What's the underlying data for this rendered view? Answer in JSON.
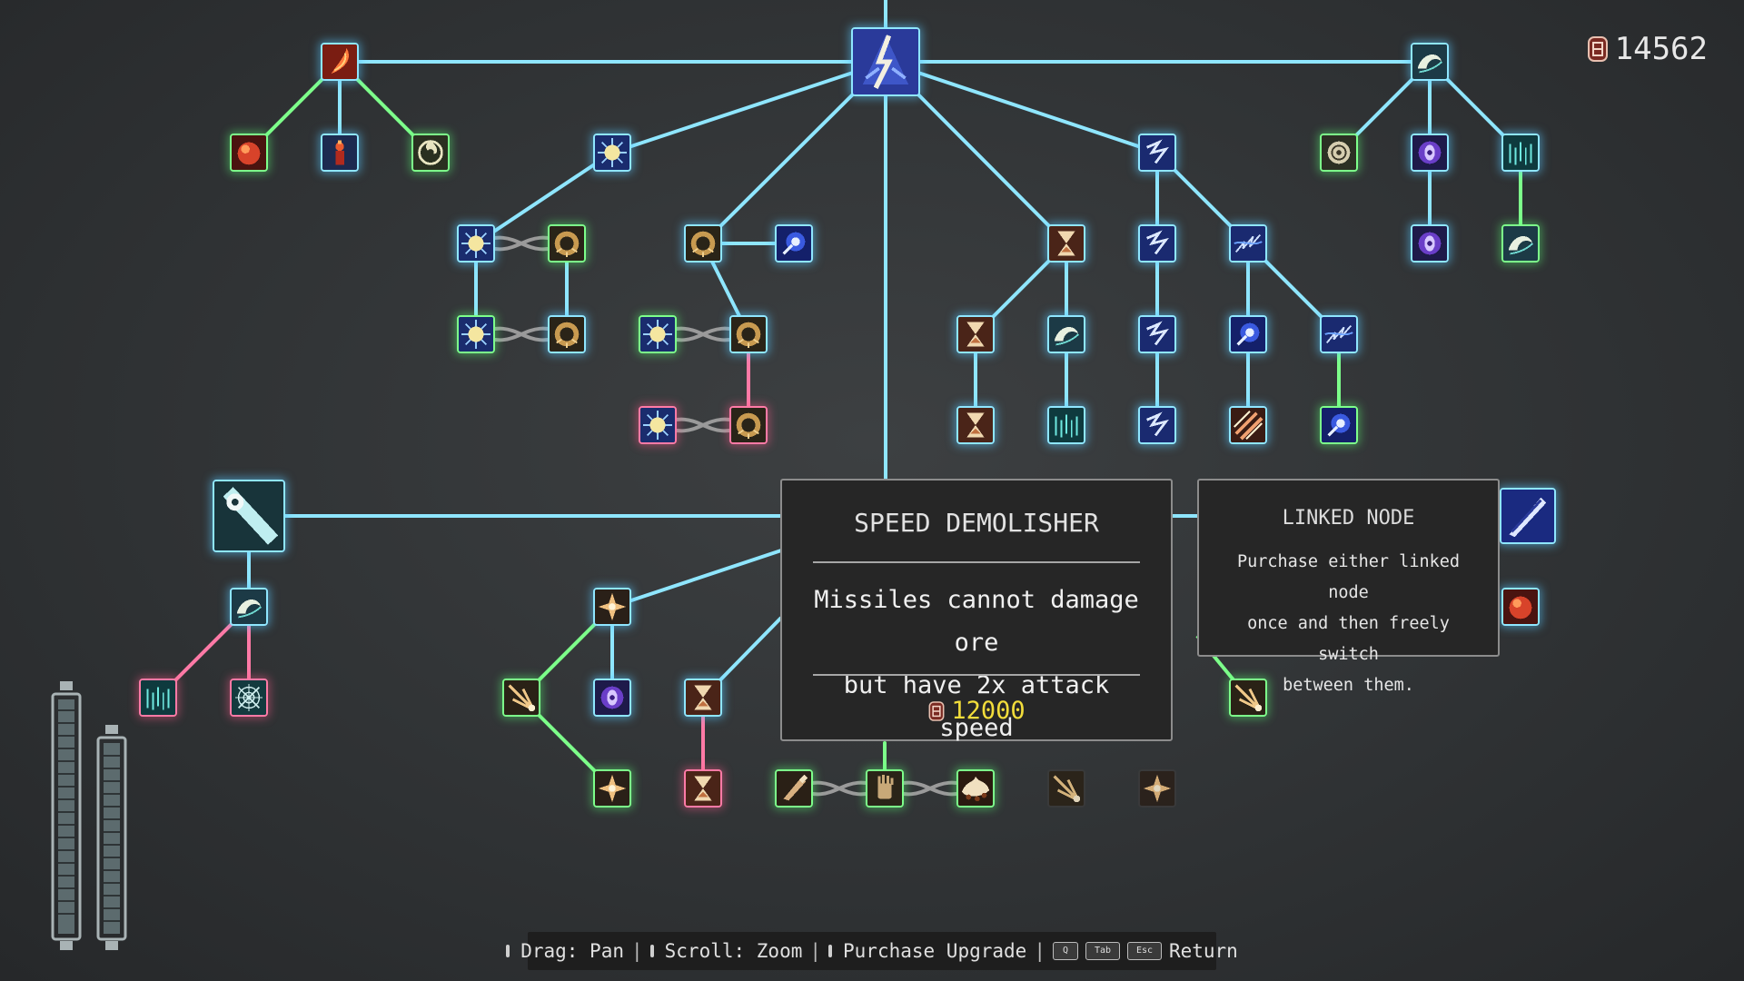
{
  "currency": {
    "value": "14562",
    "icon": "gem-currency-icon",
    "color": "#e8e8e8"
  },
  "tooltip": {
    "title": "SPEED DEMOLISHER",
    "description_line1": "Missiles cannot damage ore",
    "description_line2": "but have 2x attack speed",
    "cost": "12000",
    "cost_color": "#f2dd3b"
  },
  "linked_node": {
    "title": "LINKED NODE",
    "line1": "Purchase either linked node",
    "line2": "once and then freely switch",
    "line3": "between them."
  },
  "controls": {
    "drag_label": "Drag: Pan",
    "scroll_label": "Scroll: Zoom",
    "purchase_label": "Purchase Upgrade",
    "key_q": "Q",
    "key_tab": "Tab",
    "key_esc": "Esc",
    "return_label": "Return",
    "separator": "|"
  },
  "colors": {
    "link_blue": "#8fe6ff",
    "link_green": "#7dff8a",
    "link_red": "#ff7aa6",
    "link_gray": "#9a9a9a"
  },
  "nodes": [
    {
      "id": "root",
      "icon": "lightning-sword-icon",
      "state": "blue"
    },
    {
      "id": "fire-hub",
      "icon": "fire-slash-icon",
      "state": "blue"
    },
    {
      "id": "fire-orb",
      "icon": "fire-orb-icon",
      "state": "green"
    },
    {
      "id": "flame-figure",
      "icon": "flame-figure-icon",
      "state": "blue"
    },
    {
      "id": "spiral",
      "icon": "spiral-vortex-icon",
      "state": "green"
    },
    {
      "id": "wave-hub",
      "icon": "wave-icon",
      "state": "blue"
    },
    {
      "id": "shell",
      "icon": "shell-spiral-icon",
      "state": "green"
    },
    {
      "id": "purple-eye-1",
      "icon": "purple-eye-icon",
      "state": "blue"
    },
    {
      "id": "rain-1",
      "icon": "rain-icon",
      "state": "blue"
    },
    {
      "id": "purple-eye-2",
      "icon": "purple-eye-icon",
      "state": "blue"
    },
    {
      "id": "wave-2",
      "icon": "wave-icon",
      "state": "green"
    },
    {
      "id": "sun-hub",
      "icon": "sun-burst-icon",
      "state": "blue"
    },
    {
      "id": "sun-a",
      "icon": "sun-burst-icon",
      "state": "blue"
    },
    {
      "id": "claw-a",
      "icon": "claw-ring-icon",
      "state": "green"
    },
    {
      "id": "sun-b",
      "icon": "sun-burst-icon",
      "state": "green"
    },
    {
      "id": "claw-b",
      "icon": "claw-ring-icon",
      "state": "blue"
    },
    {
      "id": "claw-hub",
      "icon": "claw-ring-icon",
      "state": "blue"
    },
    {
      "id": "blue-orb-1",
      "icon": "blue-orb-icon",
      "state": "blue"
    },
    {
      "id": "sun-c",
      "icon": "sun-burst-icon",
      "state": "green"
    },
    {
      "id": "claw-c",
      "icon": "claw-ring-icon",
      "state": "blue"
    },
    {
      "id": "sun-d",
      "icon": "sun-burst-icon",
      "state": "red"
    },
    {
      "id": "claw-d",
      "icon": "claw-ring-icon",
      "state": "red"
    },
    {
      "id": "hourglass-hub",
      "icon": "hourglass-icon",
      "state": "blue"
    },
    {
      "id": "hourglass-2",
      "icon": "hourglass-icon",
      "state": "blue"
    },
    {
      "id": "wave-3",
      "icon": "wave-icon",
      "state": "blue"
    },
    {
      "id": "hourglass-3",
      "icon": "hourglass-icon",
      "state": "blue"
    },
    {
      "id": "rain-2",
      "icon": "rain-icon",
      "state": "blue"
    },
    {
      "id": "lightning-hub",
      "icon": "lightning-icon",
      "state": "blue"
    },
    {
      "id": "lightning-2",
      "icon": "lightning-icon",
      "state": "blue"
    },
    {
      "id": "lightning-3",
      "icon": "lightning-icon",
      "state": "blue"
    },
    {
      "id": "lightning-4",
      "icon": "lightning-icon",
      "state": "blue"
    },
    {
      "id": "storm-1",
      "icon": "storm-icon",
      "state": "blue"
    },
    {
      "id": "blue-orb-2",
      "icon": "blue-orb-icon",
      "state": "blue"
    },
    {
      "id": "storm-2",
      "icon": "storm-icon",
      "state": "blue"
    },
    {
      "id": "fire-stripes",
      "icon": "fire-stripes-icon",
      "state": "blue"
    },
    {
      "id": "blue-orb-3",
      "icon": "blue-orb-icon",
      "state": "green"
    },
    {
      "id": "drill-hub",
      "icon": "drill-icon",
      "state": "blue"
    },
    {
      "id": "wave-4",
      "icon": "wave-icon",
      "state": "blue"
    },
    {
      "id": "rain-3",
      "icon": "rain-icon",
      "state": "red"
    },
    {
      "id": "web",
      "icon": "web-icon",
      "state": "red"
    },
    {
      "id": "blade",
      "icon": "blade-icon",
      "state": "blue"
    },
    {
      "id": "fire-orb-2",
      "icon": "fire-orb-icon",
      "state": "blue"
    },
    {
      "id": "spark-1",
      "icon": "spark-icon",
      "state": "blue"
    },
    {
      "id": "beam-1",
      "icon": "beam-icon",
      "state": "green"
    },
    {
      "id": "purple-eye-3",
      "icon": "purple-eye-icon",
      "state": "blue"
    },
    {
      "id": "hourglass-4",
      "icon": "hourglass-icon",
      "state": "blue"
    },
    {
      "id": "spark-2",
      "icon": "spark-icon",
      "state": "green"
    },
    {
      "id": "hourglass-5",
      "icon": "hourglass-icon",
      "state": "red"
    },
    {
      "id": "missile",
      "icon": "missile-icon",
      "state": "green"
    },
    {
      "id": "hand",
      "icon": "hand-icon",
      "state": "green"
    },
    {
      "id": "explosion",
      "icon": "explosion-icon",
      "state": "green"
    },
    {
      "id": "locked-beam",
      "icon": "beam-icon",
      "state": "dark"
    },
    {
      "id": "locked-spark",
      "icon": "spark-icon",
      "state": "dark"
    },
    {
      "id": "beam-2",
      "icon": "beam-icon",
      "state": "green"
    }
  ]
}
